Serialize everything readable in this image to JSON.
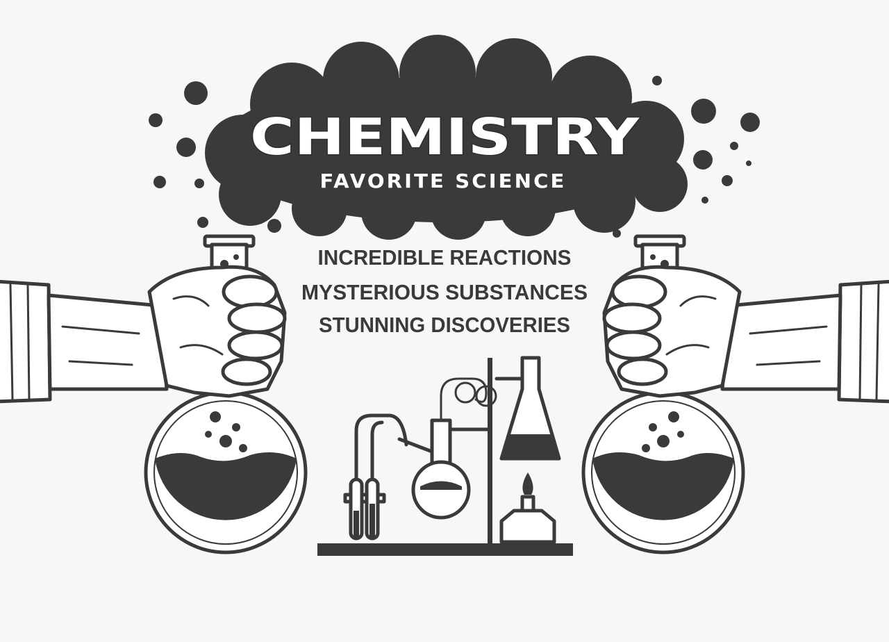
{
  "poster": {
    "title": "CHEMISTRY",
    "subtitle": "FAVORITE SCIENCE",
    "taglines": [
      "INCREDIBLE REACTIONS",
      "MYSTERIOUS SUBSTANCES",
      "STUNNING DISCOVERIES"
    ]
  },
  "colors": {
    "ink": "#3a3a3a",
    "background": "#f7f7f7"
  }
}
